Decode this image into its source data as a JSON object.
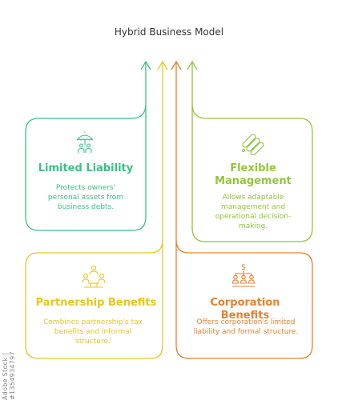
{
  "title": "Hybrid Business Model",
  "colors": {
    "limited_liability": "#3dbf86",
    "flexible_management": "#95c43d",
    "partnership_benefits": "#e8c521",
    "corporation_benefits": "#e6812f"
  },
  "cards": {
    "limited_liability": {
      "title": "Limited Liability",
      "description": "Protects owners' personal assets from business debts.",
      "icon": "umbrella-people-icon"
    },
    "flexible_management": {
      "title": "Flexible Management",
      "description": "Allows adaptable management and operational decision-making.",
      "icon": "gears-chain-icon"
    },
    "partnership_benefits": {
      "title": "Partnership Benefits",
      "description": "Combines partnership's tax benefits and informal structure.",
      "icon": "partners-table-icon"
    },
    "corporation_benefits": {
      "title": "Corporation Benefits",
      "description": "Offers corporation's limited liability and formal structure.",
      "icon": "dollar-org-chart-icon"
    }
  },
  "watermark": "Adobe Stock | #1354934797"
}
